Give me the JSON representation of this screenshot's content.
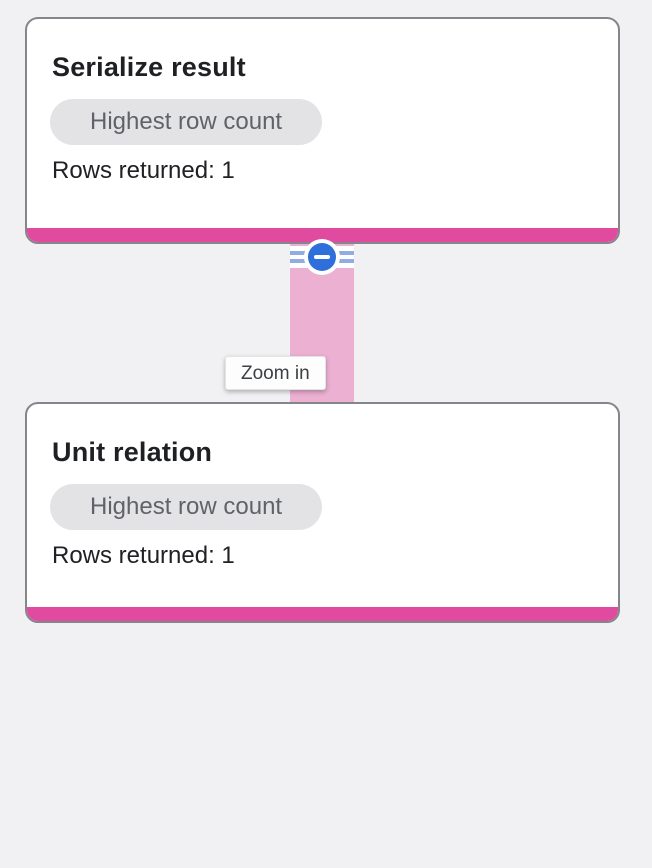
{
  "diagram": {
    "nodes": [
      {
        "title": "Serialize result",
        "badge": "Highest row count",
        "rows_label": "Rows returned: 1"
      },
      {
        "title": "Unit relation",
        "badge": "Highest row count",
        "rows_label": "Rows returned: 1"
      }
    ],
    "edge": {
      "tooltip": "Zoom in",
      "collapse_icon": "minus-circle-icon"
    },
    "colors": {
      "background": "#f1f1f4",
      "accent_pink": "#e04a9f",
      "edge_pink": "#ebb0d2",
      "badge_bg": "#e3e3e6",
      "badge_text": "#5f6368",
      "title_text": "#1f2023",
      "body_text": "#202124",
      "button_blue": "#2e6fdb",
      "stripe_blue": "#91ace2",
      "card_border": "#85868a"
    }
  }
}
